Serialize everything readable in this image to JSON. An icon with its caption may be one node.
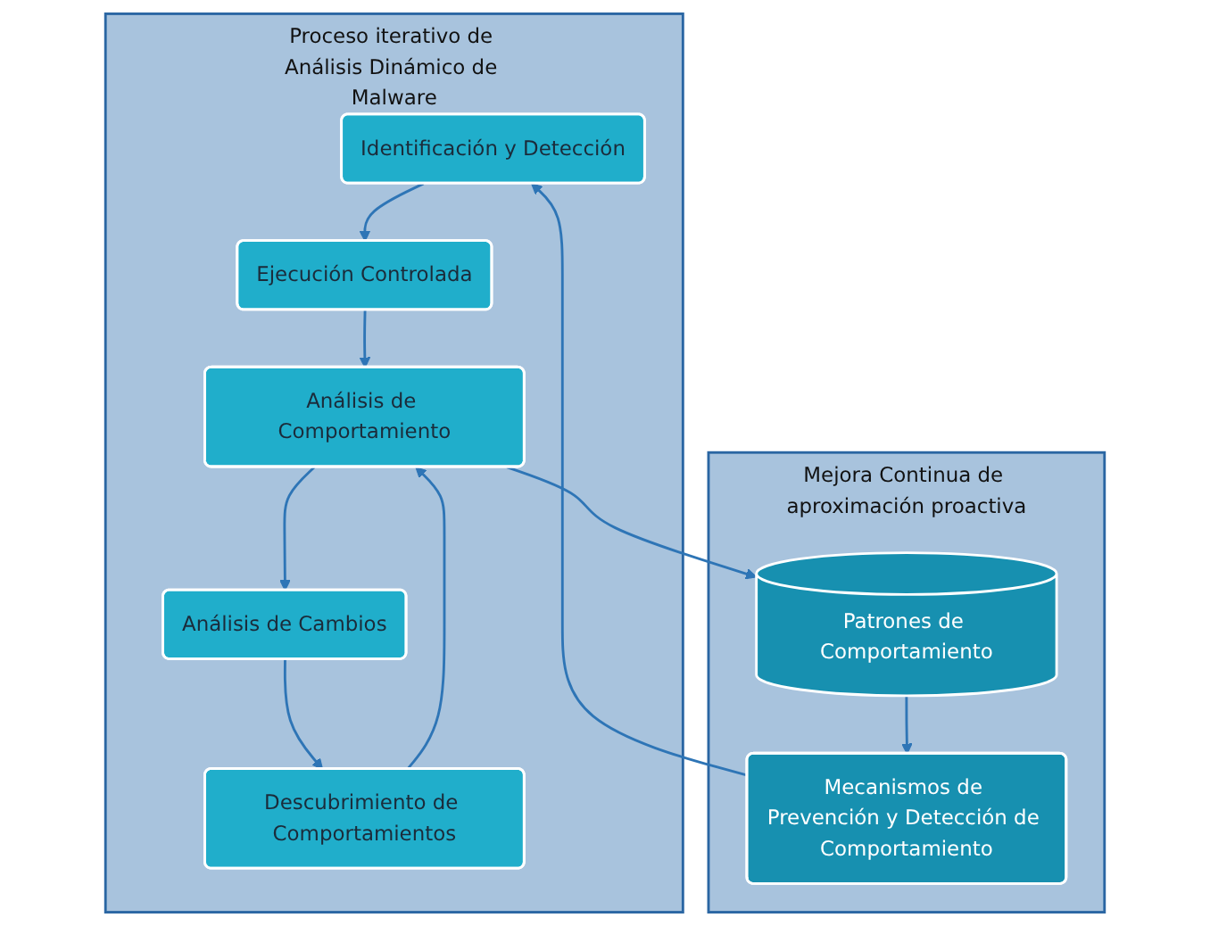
{
  "diagram": {
    "nodes": [
      {
        "text": [
          "Proceso iterativo de Análisis Dinámico de Malware"
        ]
      },
      {
        "text": [
          "Identificación y Detección"
        ],
        "in": 0
      },
      {
        "text": [
          "Ejecución Controlada"
        ],
        "in": 0
      },
      {
        "text": [
          "Análisis de Comportamiento"
        ],
        "in": 0
      },
      {
        "text": [
          "Análisis de Cambios"
        ],
        "in": 0
      },
      {
        "text": [
          "Descubrimiento de Comportamientos"
        ],
        "in": 0
      },
      {
        "text": [
          "Mejora Continua de aproximación proactiva"
        ]
      },
      {
        "text": [
          "Mecanismos de Prevención y Detección de Comportamiento"
        ],
        "in": 6
      },
      {
        "text": [
          "Patrones de Comportamiento"
        ],
        "in": 6
      }
    ],
    "edges": [
      {
        "from": 7,
        "to": 1,
        "arrow": "to"
      },
      {
        "from": 1,
        "to": 2,
        "arrow": "to"
      },
      {
        "from": 2,
        "to": 3,
        "arrow": "to"
      },
      {
        "from": 3,
        "to": 4,
        "arrow": "to"
      },
      {
        "from": 4,
        "to": 5,
        "arrow": "to"
      },
      {
        "from": 5,
        "to": 3,
        "arrow": "to"
      },
      {
        "from": 3,
        "to": 8,
        "arrow": "to"
      },
      {
        "from": 8,
        "to": 7,
        "arrow": "to"
      }
    ]
  }
}
